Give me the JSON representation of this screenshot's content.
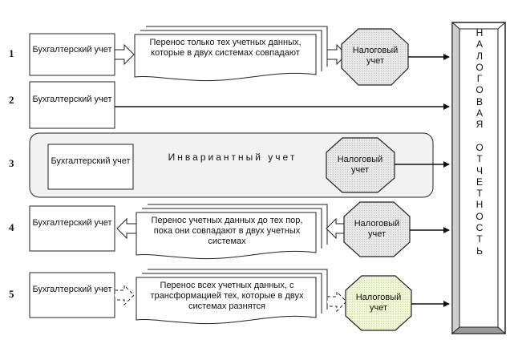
{
  "rows": [
    {
      "number": "1",
      "accounting_label": "Бухгалтерский учет",
      "transfer_text": "Перенос только тех учетных данных, которые в двух системах совпадают",
      "tax_label": "Налоговый учет"
    },
    {
      "number": "2",
      "accounting_label": "Бухгалтерский учет"
    },
    {
      "number": "3",
      "accounting_label": "Бухгалтерский учет",
      "invariant_label": "Инвариантный учет",
      "tax_label": "Налоговый учет"
    },
    {
      "number": "4",
      "accounting_label": "Бухгалтерский учет",
      "transfer_text": "Перенос учетных данных до тех пор, пока они совпадают в двух учетных системах",
      "tax_label": "Налоговый учет"
    },
    {
      "number": "5",
      "accounting_label": "Бухгалтерский учет",
      "transfer_text": "Перенос всех учетных данных, с трансформацией тех, которые в двух системах разнятся",
      "tax_label": "Налоговый учет"
    }
  ],
  "reporting_label": "НАЛОГОВАЯ ОТЧЕТНОСТЬ",
  "colors": {
    "stroke": "#222222",
    "octagon_fill": "#e6e6e6",
    "octagon_fill_green": "#eef5d8",
    "panel_fill": "#f2f2f2"
  }
}
